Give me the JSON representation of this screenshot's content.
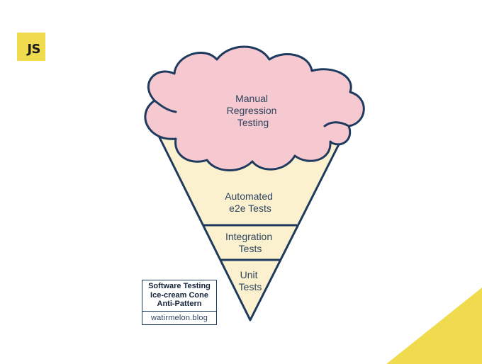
{
  "badge": {
    "text": "JS"
  },
  "layers": {
    "manual": [
      "Manual",
      "Regression",
      "Testing"
    ],
    "e2e": [
      "Automated",
      "e2e Tests"
    ],
    "integration": [
      "Integration",
      "Tests"
    ],
    "unit": [
      "Unit",
      "Tests"
    ]
  },
  "caption": {
    "title": [
      "Software Testing",
      "Ice-cream Cone",
      "Anti-Pattern"
    ],
    "site": "watirmelon.blog"
  },
  "colors": {
    "cone": "#fcf1cf",
    "cream": "#f5c9cf",
    "outline": "#1f3a5f",
    "accent": "#f0db4f"
  }
}
